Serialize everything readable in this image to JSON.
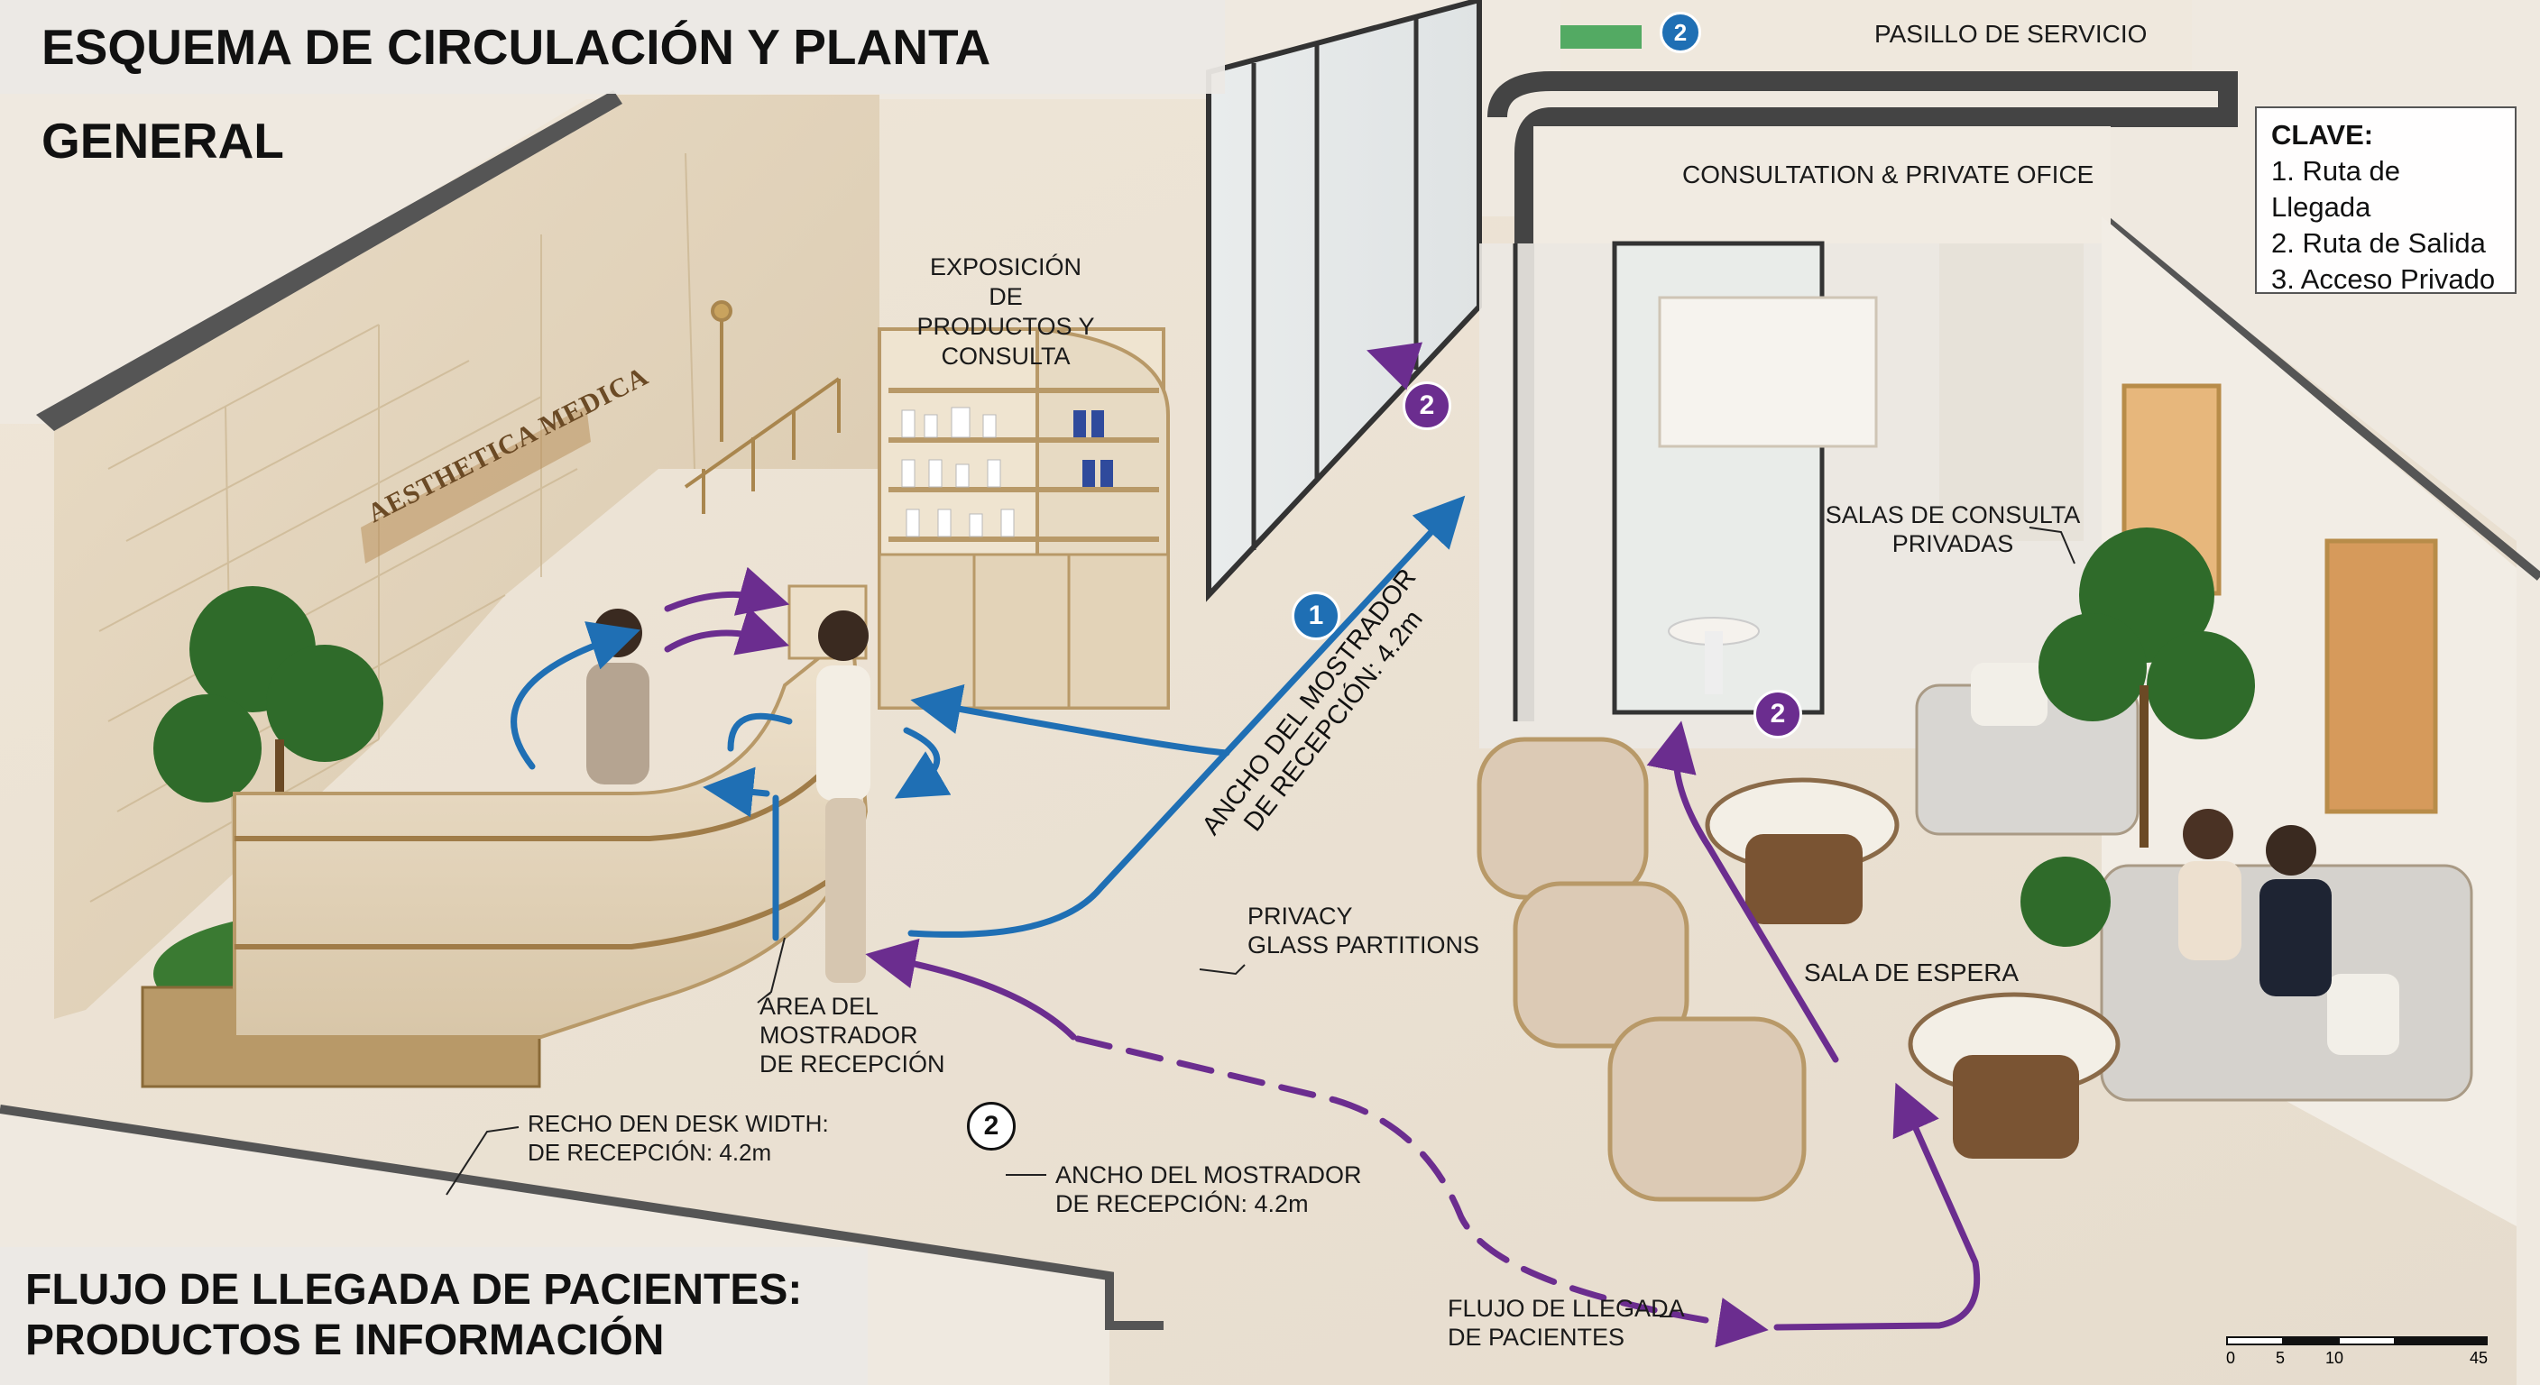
{
  "title_top": "ESQUEMA DE CIRCULACIÓN Y PLANTA GENERAL",
  "title_bottom_line1": "FLUJO DE LLEGADA DE PACIENTES:",
  "title_bottom_line2": "PRODUCTOS E INFORMACIÓN",
  "brand_sign": "AESTHETICA MEDICA",
  "labels": {
    "service_corridor": "PASILLO DE SERVICIO",
    "consultation_office": "CONSULTATION & PRIVATE OFICE",
    "product_display": [
      "EXPOSICIÓN DE",
      "PRODUCTOS Y",
      "CONSULTA"
    ],
    "private_rooms": [
      "SALAS DE CONSULTA",
      "PRIVADAS"
    ],
    "desk_width_rotated": [
      "ANCHO DEL MOSTRADOR",
      "DE RECEPCIÓN: 4.2m"
    ],
    "privacy_glass": [
      "PRIVACY",
      "GLASS PARTITIONS"
    ],
    "waiting_room": "SALA DE ESPERA",
    "reception_area": [
      "ÁREA DEL",
      "MOSTRADOR",
      "DE RECEPCIÓN"
    ],
    "recho_den": [
      "RECHO DEN DESK WIDTH:",
      "DE RECEPCIÓN: 4.2m"
    ],
    "desk_width_bottom": [
      "ANCHO DEL MOSTRADOR",
      "DE RECEPCIÓN: 4.2m"
    ],
    "arrival_flow": [
      "FLUJO DE LLEGADA",
      "DE PACIENTES"
    ]
  },
  "legend": {
    "title": "CLAVE:",
    "items": [
      "1. Ruta de Llegada",
      "2. Ruta de Salida",
      "3. Acceso Privado"
    ]
  },
  "badges": {
    "one": "1",
    "two": "2"
  },
  "scale_ticks": [
    "0",
    "5",
    "10",
    "45"
  ],
  "colors": {
    "arrival_route": "#1f6fb4",
    "exit_route": "#6b2d8f",
    "private_access": "#2c9a45"
  }
}
